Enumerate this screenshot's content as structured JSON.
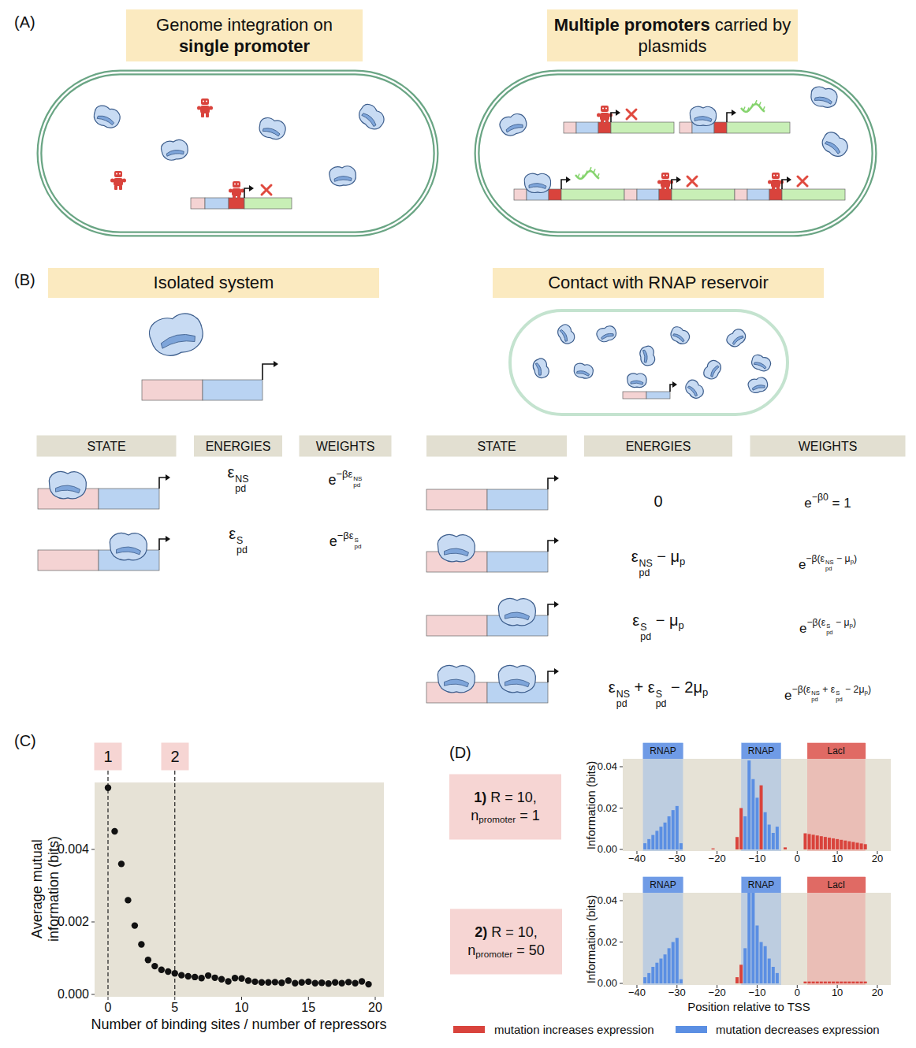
{
  "diagram": {
    "nodes": [
      {
        "text": [
          "Genome integration on single promoter"
        ]
      },
      {
        "text": [
          "Multiple promoters carried by plasmids"
        ]
      },
      {
        "text": [
          "Isolated system"
        ]
      },
      {
        "text": [
          "Contact with RNAP reservoir"
        ]
      },
      {
        "text": [
          "STATE"
        ]
      },
      {
        "text": [
          "ENERGIES"
        ]
      },
      {
        "text": [
          "WEIGHTS"
        ]
      },
      {
        "text": [
          "STATE"
        ]
      },
      {
        "text": [
          "ENERGIES"
        ]
      },
      {
        "text": [
          "WEIGHTS"
        ]
      },
      {
        "text": [
          "1"
        ]
      },
      {
        "text": [
          "2"
        ]
      },
      {
        "text": [
          "1) R = 10, npromoter = 1"
        ]
      },
      {
        "text": [
          "RNAP"
        ]
      },
      {
        "text": [
          "RNAP"
        ]
      },
      {
        "text": [
          "LacI"
        ]
      },
      {
        "text": [
          "2) R = 10, npromoter = 50"
        ]
      },
      {
        "text": [
          "RNAP"
        ]
      },
      {
        "text": [
          "RNAP"
        ]
      },
      {
        "text": [
          "LacI"
        ]
      }
    ],
    "labels": [
      "(A)",
      "(B)",
      "εNSpd",
      "e−βεNSpd",
      "εSpd",
      "e−βεSpd",
      "0",
      "e−β0 = 1",
      "εNSpd − μp",
      "e−β(εNSpd − μp)",
      "εSpd − μp",
      "e−β(εSpd − μp)",
      "εNSpd + εSpd − 2μp",
      "e−β(εNSpd + εSpd − 2μp)",
      "(C)",
      "Average mutual information (bits)",
      "0.004",
      "0.002",
      "0.000",
      "0",
      "5",
      "10",
      "15",
      "20",
      "Number of binding sites / number of repressors",
      "(D)",
      "Information (bits)",
      "0.04",
      "0.02",
      "0.00",
      "−40",
      "−30",
      "−20",
      "−10",
      "0",
      "10",
      "20",
      "Information (bits)",
      "0.04",
      "0.02",
      "0.00",
      "−40",
      "−30",
      "−20",
      "−10",
      "0",
      "10",
      "20",
      "Position relative to TSS"
    ],
    "legend": [
      {
        "text": "mutation increases expression",
        "color": "#d9433c"
      },
      {
        "text": "mutation decreases expression",
        "color": "#5b8fe3"
      }
    ]
  }
}
